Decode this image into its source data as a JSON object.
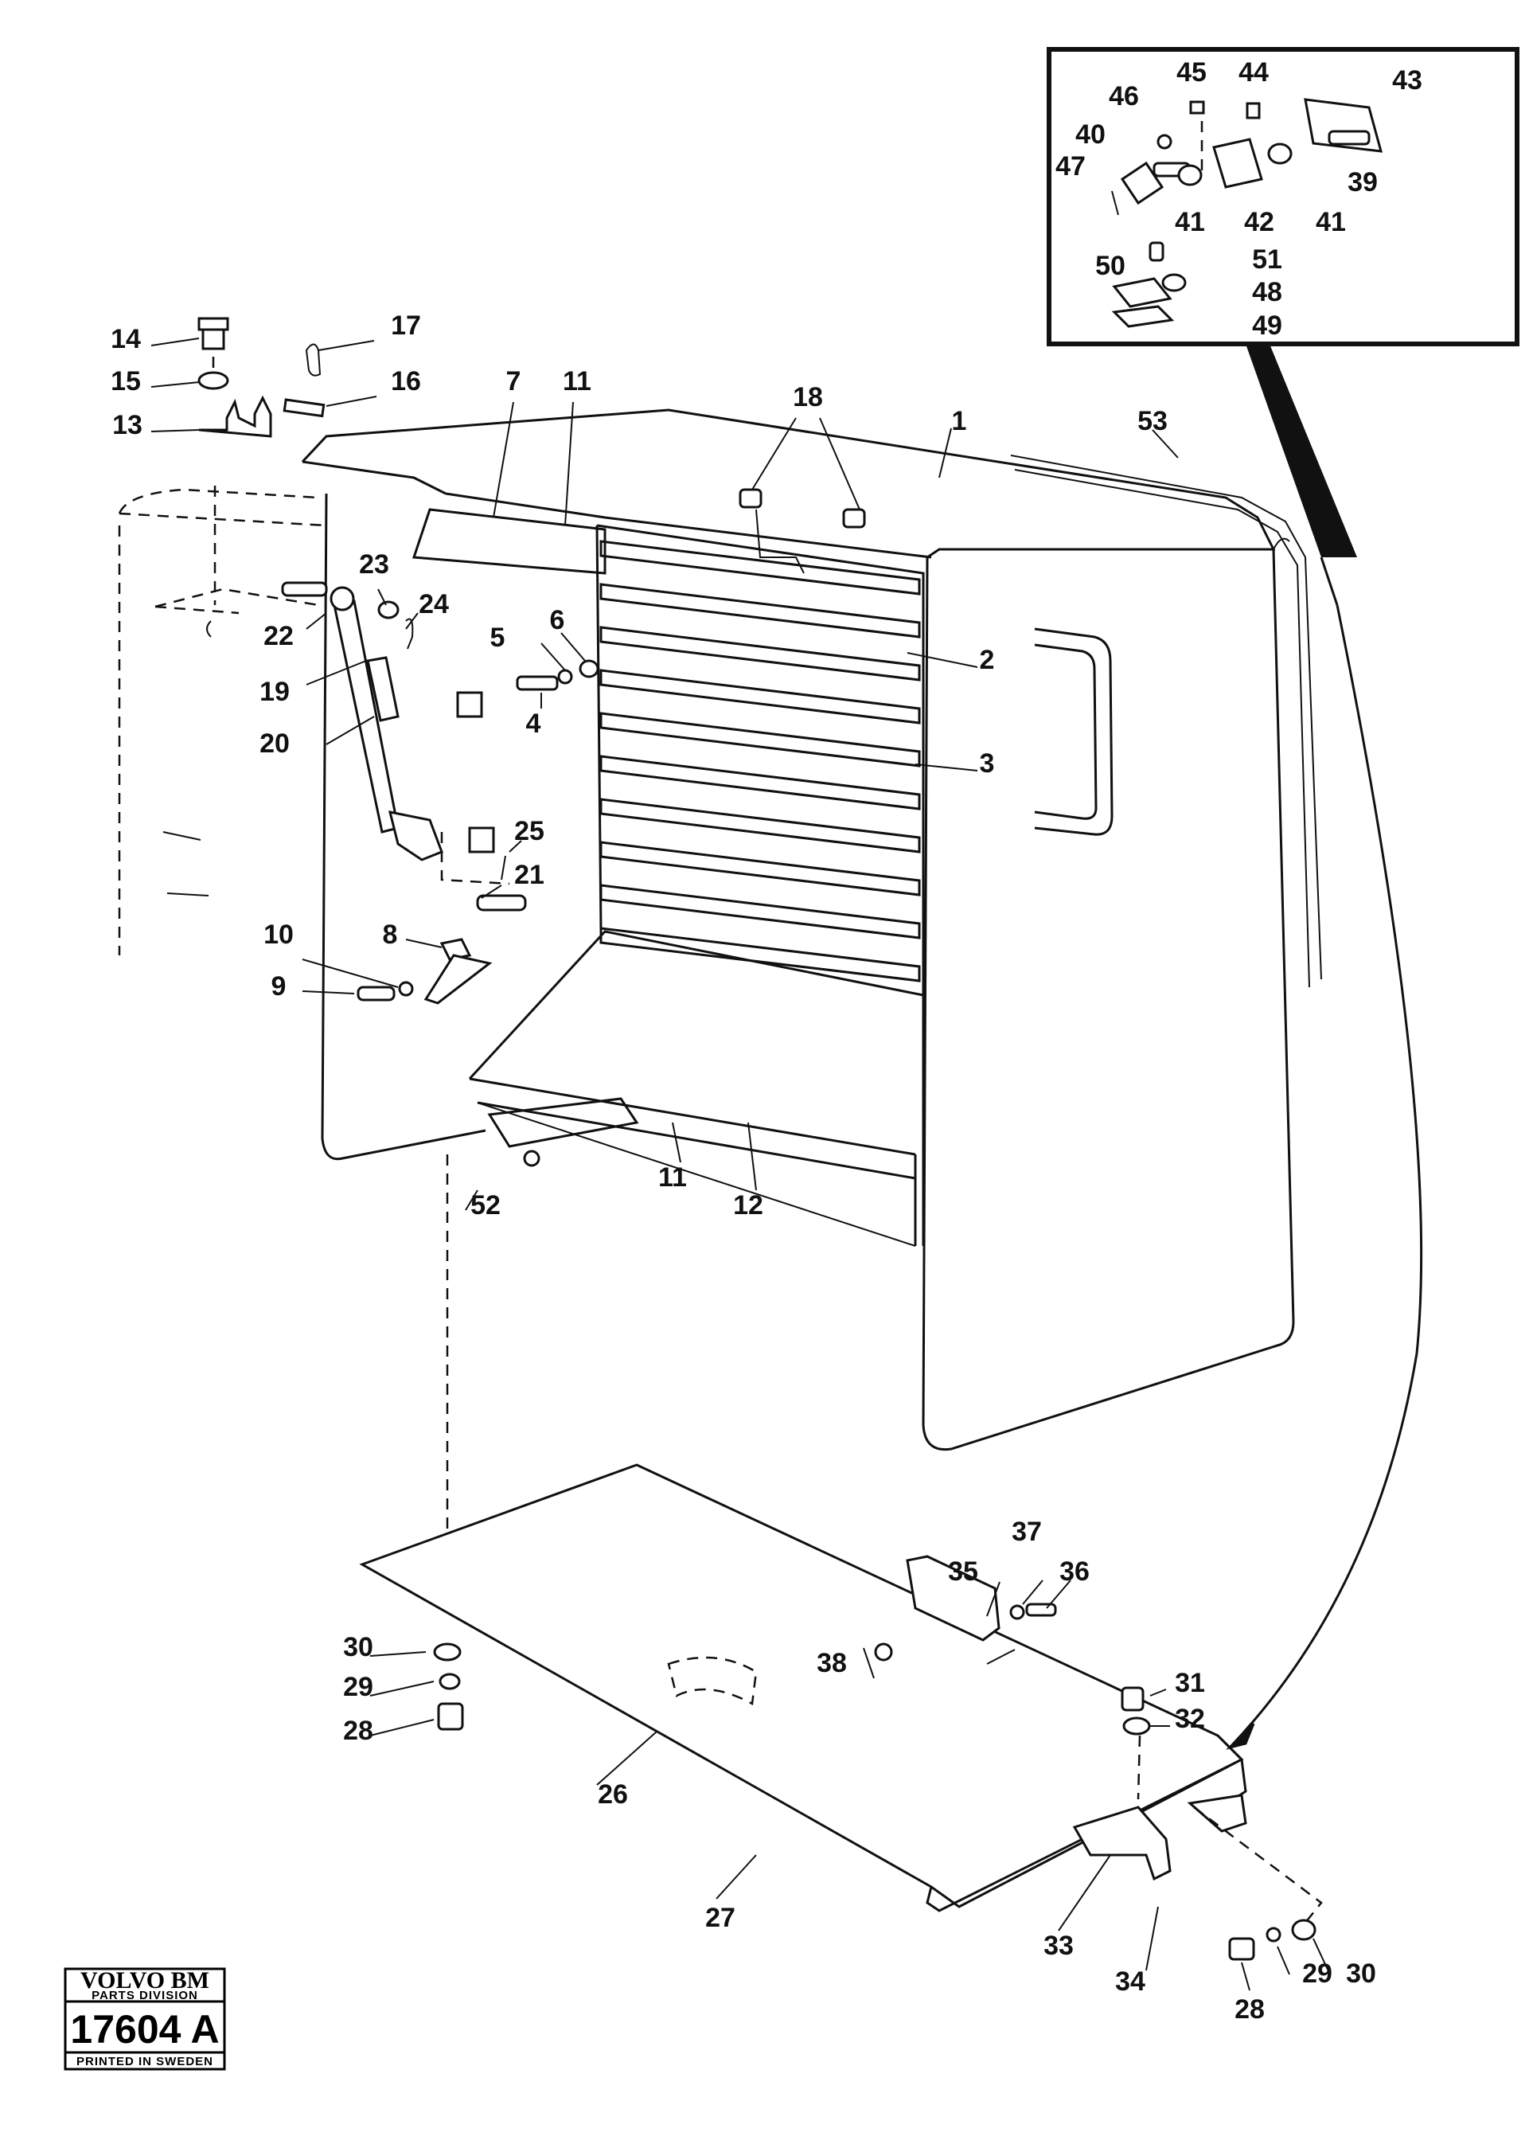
{
  "diagram": {
    "part_labels": [
      {
        "id": "1",
        "text": "1"
      },
      {
        "id": "2",
        "text": "2"
      },
      {
        "id": "3",
        "text": "3"
      },
      {
        "id": "4",
        "text": "4"
      },
      {
        "id": "5",
        "text": "5"
      },
      {
        "id": "6",
        "text": "6"
      },
      {
        "id": "7",
        "text": "7"
      },
      {
        "id": "8",
        "text": "8"
      },
      {
        "id": "9",
        "text": "9"
      },
      {
        "id": "10",
        "text": "10"
      },
      {
        "id": "11a",
        "text": "11"
      },
      {
        "id": "11b",
        "text": "11"
      },
      {
        "id": "12",
        "text": "12"
      },
      {
        "id": "13",
        "text": "13"
      },
      {
        "id": "14",
        "text": "14"
      },
      {
        "id": "15",
        "text": "15"
      },
      {
        "id": "16",
        "text": "16"
      },
      {
        "id": "17",
        "text": "17"
      },
      {
        "id": "18",
        "text": "18"
      },
      {
        "id": "19",
        "text": "19"
      },
      {
        "id": "20",
        "text": "20"
      },
      {
        "id": "21",
        "text": "21"
      },
      {
        "id": "22",
        "text": "22"
      },
      {
        "id": "23",
        "text": "23"
      },
      {
        "id": "24",
        "text": "24"
      },
      {
        "id": "25",
        "text": "25"
      },
      {
        "id": "26",
        "text": "26"
      },
      {
        "id": "27",
        "text": "27"
      },
      {
        "id": "28a",
        "text": "28"
      },
      {
        "id": "28b",
        "text": "28"
      },
      {
        "id": "29a",
        "text": "29"
      },
      {
        "id": "29b",
        "text": "29"
      },
      {
        "id": "30a",
        "text": "30"
      },
      {
        "id": "30b",
        "text": "30"
      },
      {
        "id": "31",
        "text": "31"
      },
      {
        "id": "32",
        "text": "32"
      },
      {
        "id": "33",
        "text": "33"
      },
      {
        "id": "34",
        "text": "34"
      },
      {
        "id": "35",
        "text": "35"
      },
      {
        "id": "36",
        "text": "36"
      },
      {
        "id": "37",
        "text": "37"
      },
      {
        "id": "38",
        "text": "38"
      },
      {
        "id": "39",
        "text": "39"
      },
      {
        "id": "40",
        "text": "40"
      },
      {
        "id": "41a",
        "text": "41"
      },
      {
        "id": "41b",
        "text": "41"
      },
      {
        "id": "42",
        "text": "42"
      },
      {
        "id": "43",
        "text": "43"
      },
      {
        "id": "44",
        "text": "44"
      },
      {
        "id": "45",
        "text": "45"
      },
      {
        "id": "46",
        "text": "46"
      },
      {
        "id": "47",
        "text": "47"
      },
      {
        "id": "48",
        "text": "48"
      },
      {
        "id": "49",
        "text": "49"
      },
      {
        "id": "50",
        "text": "50"
      },
      {
        "id": "51",
        "text": "51"
      },
      {
        "id": "52",
        "text": "52"
      },
      {
        "id": "53",
        "text": "53"
      }
    ]
  },
  "stamp": {
    "brand": "VOLVO BM",
    "division": "PARTS DIVISION",
    "drawing_number": "17604 A",
    "printed": "PRINTED IN SWEDEN"
  }
}
